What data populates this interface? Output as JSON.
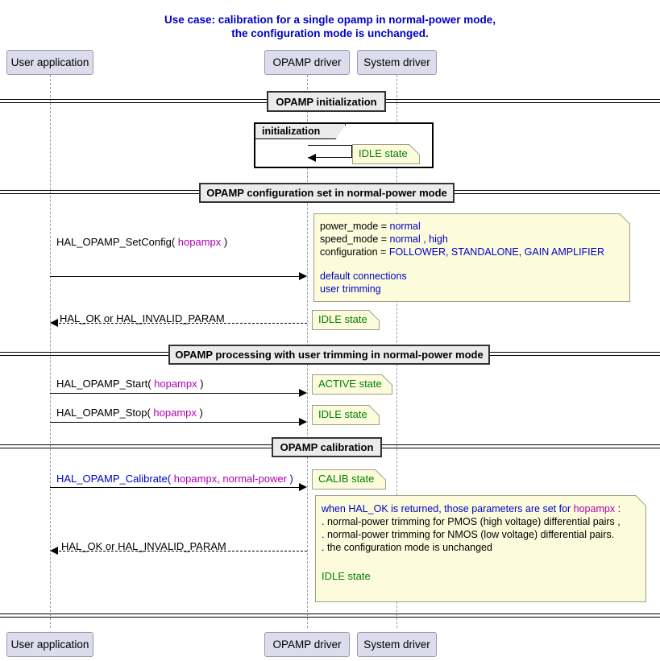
{
  "title": "Use case: calibration  for a single opamp in normal-power mode,\nthe configuration mode is unchanged.",
  "colors": {
    "title": "#0000c8",
    "participant_fill": "#dcdcec",
    "note_fill": "#fcfcdc",
    "state_text": "#008000",
    "value_text": "#0000c8",
    "param_text": "#b000b0",
    "divider_fill": "#ebebeb"
  },
  "participants": [
    {
      "name": "user-application",
      "label": "User application"
    },
    {
      "name": "opamp-driver",
      "label": "OPAMP driver"
    },
    {
      "name": "system-driver",
      "label": "System driver"
    }
  ],
  "dividers": [
    {
      "name": "opamp-initialization",
      "label": "OPAMP initialization"
    },
    {
      "name": "opamp-configuration",
      "label": "OPAMP configuration set in normal-power mode"
    },
    {
      "name": "opamp-processing",
      "label": "OPAMP processing with user trimming in normal-power mode"
    },
    {
      "name": "opamp-calibration",
      "label": "OPAMP calibration"
    }
  ],
  "frame": {
    "label": "initialization",
    "note": "IDLE state"
  },
  "config_note": {
    "rows": [
      {
        "key": "power_mode = ",
        "value": "normal"
      },
      {
        "key": "speed_mode = ",
        "value": "normal , high"
      },
      {
        "key": "configuration = ",
        "value": "FOLLOWER, STANDALONE, GAIN AMPLIFIER"
      }
    ],
    "extras": [
      "default connections",
      "user trimming"
    ]
  },
  "messages": [
    {
      "name": "hal-opamp-setconfig",
      "prefix": "HAL_OPAMP_SetConfig( ",
      "param": "hopampx",
      "suffix": " )",
      "kind": "call"
    },
    {
      "name": "setconfig-return",
      "prefix": "HAL_OK or HAL_INVALID_PARAM",
      "param": "",
      "suffix": "",
      "kind": "return"
    },
    {
      "name": "hal-opamp-start",
      "prefix": "HAL_OPAMP_Start( ",
      "param": "hopampx",
      "suffix": " )",
      "kind": "call"
    },
    {
      "name": "hal-opamp-stop",
      "prefix": "HAL_OPAMP_Stop( ",
      "param": "hopampx",
      "suffix": " )",
      "kind": "call"
    },
    {
      "name": "hal-opamp-calibrate",
      "prefix": "HAL_OPAMP_Calibrate( ",
      "param": "hopampx, normal-power",
      "suffix": " )",
      "kind": "call-blue"
    },
    {
      "name": "calibrate-return",
      "prefix": "HAL_OK  or  HAL_INVALID_PARAM",
      "param": "",
      "suffix": "",
      "kind": "return"
    }
  ],
  "state_notes": [
    {
      "name": "idle-state-after-setconfig",
      "label": "IDLE state"
    },
    {
      "name": "active-state-after-start",
      "label": "ACTIVE state"
    },
    {
      "name": "idle-state-after-stop",
      "label": "IDLE state"
    },
    {
      "name": "calib-state-after-calibrate",
      "label": "CALIB state"
    }
  ],
  "calibration_note": {
    "line1_a": "when HAL_OK is returned, those parameters are set for ",
    "line1_param": "hopampx",
    "line1_b": " :",
    "line2": ". normal-power trimming for PMOS (high voltage) differential pairs ,",
    "line3": ". normal-power trimming for NMOS (low voltage) differential pairs.",
    "line4": ". the configuration mode is unchanged",
    "state": "IDLE state"
  }
}
